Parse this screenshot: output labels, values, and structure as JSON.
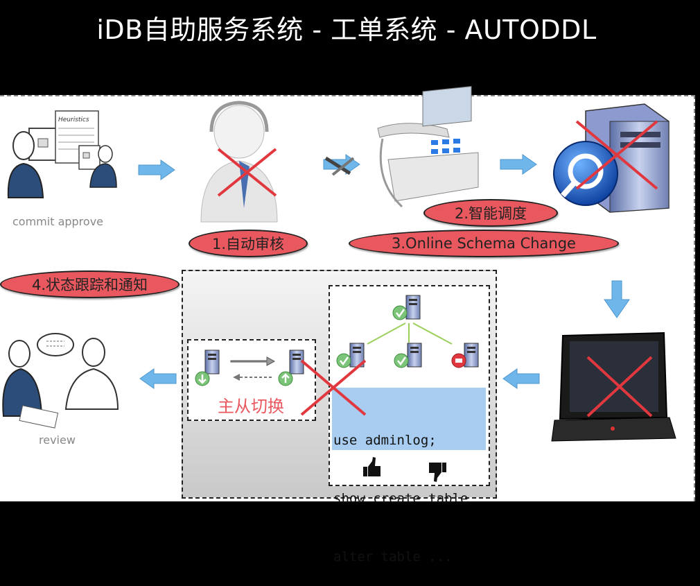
{
  "title": "iDB自助服务系统 - 工单系统 - AUTODDL",
  "captions": {
    "commit": "commit approve",
    "review": "review",
    "heuristics": "Heuristics"
  },
  "steps": {
    "s1": "1.自动审核",
    "s2": "2.智能调度",
    "s3": "3.Online Schema Change",
    "s4": "4.状态跟踪和通知"
  },
  "switch_label": "主从切换",
  "code_lines": [
    "use adminlog;",
    "show create table",
    "alter table ..."
  ],
  "colors": {
    "pill": "#e8585e",
    "arrow": "#6fb6ea",
    "cross": "#e0383e",
    "code_bg": "#a9cdf0"
  },
  "icons": [
    "user-at-computer-icon",
    "operator-headset-icon",
    "wrench-icon",
    "telephone-icon",
    "server-globe-icon",
    "laptop-icon",
    "people-discussion-icon",
    "database-server-icon",
    "thumbs-up-icon",
    "thumbs-down-icon"
  ]
}
